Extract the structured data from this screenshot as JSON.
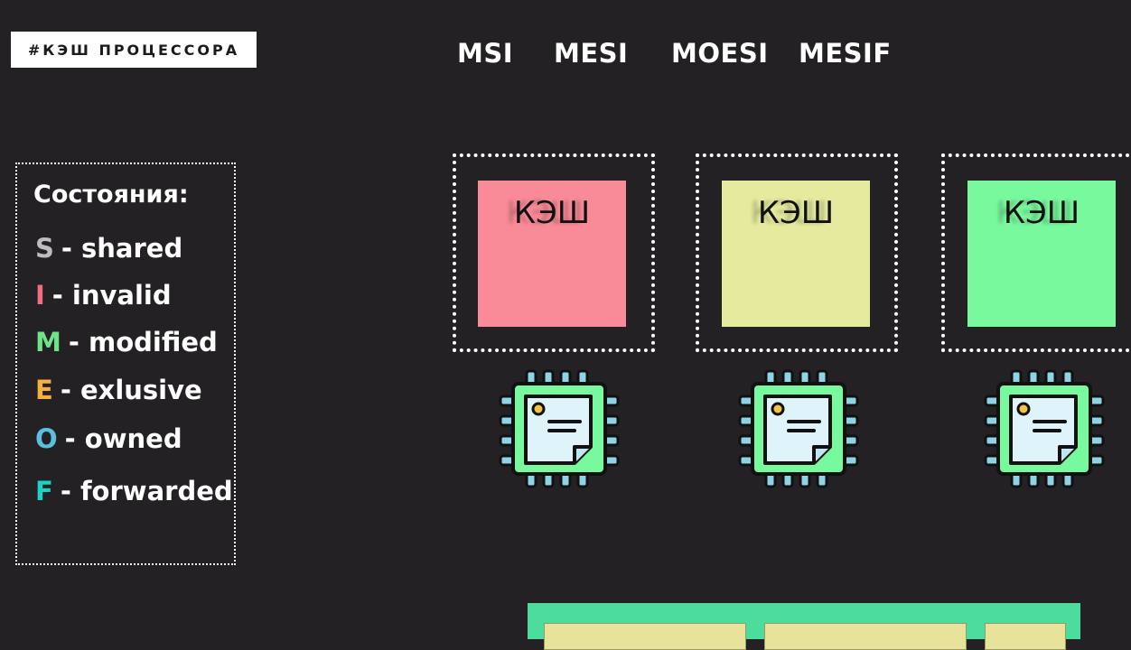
{
  "tag": "#КЭШ ПРОЦЕССОРА",
  "protocols": [
    "MSI",
    "MESI",
    "MOESI",
    "MESIF"
  ],
  "legend": {
    "title": "Состояния:",
    "items": [
      {
        "letter": "S",
        "text": "- shared",
        "color": "#bdbdbd"
      },
      {
        "letter": "I",
        "text": "- invalid",
        "color": "#f26d7d"
      },
      {
        "letter": "M",
        "text": "- modified",
        "color": "#6fe38a"
      },
      {
        "letter": "E",
        "text": "- exlusive",
        "color": "#f5b041"
      },
      {
        "letter": "O",
        "text": "- owned",
        "color": "#5bc0de"
      },
      {
        "letter": "F",
        "text": "- forwarded",
        "color": "#19d3c5"
      }
    ]
  },
  "caches": [
    {
      "label": "КЭШ",
      "color": "#f98b98"
    },
    {
      "label": "КЭШ",
      "color": "#e5ea9f"
    },
    {
      "label": "КЭШ",
      "color": "#79f99d"
    }
  ],
  "colors": {
    "background": "#242124",
    "chip_green": "#79f99d",
    "chip_screen": "#dff3fb",
    "chip_pins": "#8fd3e6",
    "memory_bar": "#4bdc9e",
    "memory_cell": "#e8e39a"
  },
  "icons": [
    "cpu-chip-icon"
  ]
}
